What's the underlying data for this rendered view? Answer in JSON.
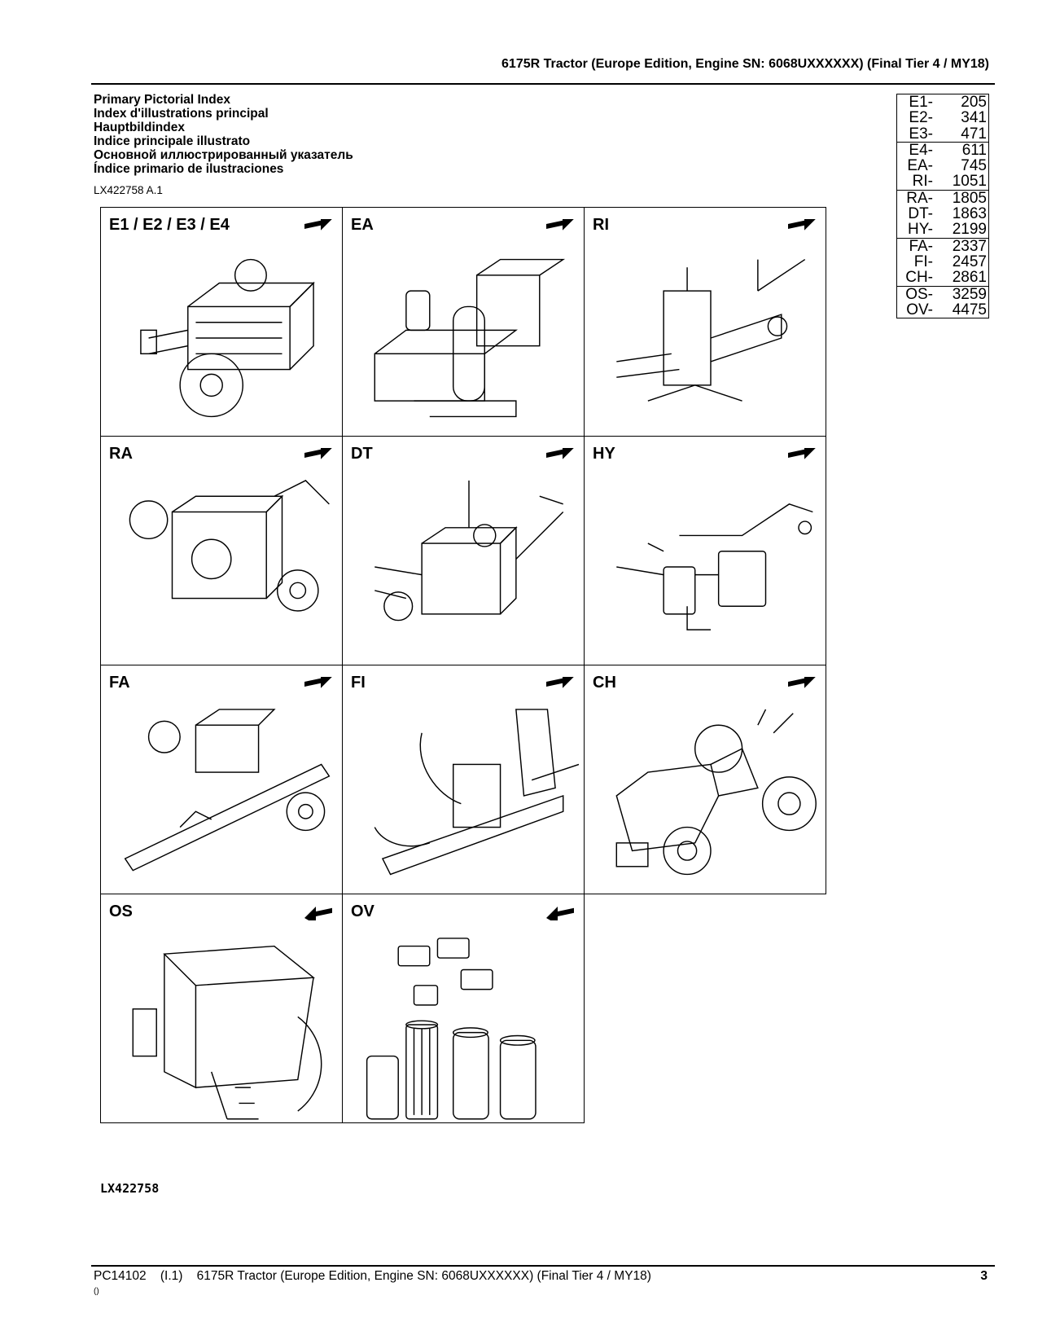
{
  "header": {
    "title": "6175R Tractor (Europe Edition, Engine SN: 6068UXXXXXX) (Final Tier 4 / MY18)"
  },
  "titles": [
    "Primary Pictorial Index",
    "Index d'illustrations principal",
    "Hauptbildindex",
    "Indice principale illustrato",
    "Основной иллюстрированный указатель",
    "Índice primario de ilustraciones"
  ],
  "reference": "LX422758 A.1",
  "index_table": [
    [
      {
        "code": "E1-",
        "page": "205"
      },
      {
        "code": "E2-",
        "page": "341"
      },
      {
        "code": "E3-",
        "page": "471"
      }
    ],
    [
      {
        "code": "E4-",
        "page": "611"
      },
      {
        "code": "EA-",
        "page": "745"
      },
      {
        "code": "RI-",
        "page": "1051"
      }
    ],
    [
      {
        "code": "RA-",
        "page": "1805"
      },
      {
        "code": "DT-",
        "page": "1863"
      },
      {
        "code": "HY-",
        "page": "2199"
      }
    ],
    [
      {
        "code": "FA-",
        "page": "2337"
      },
      {
        "code": "FI-",
        "page": "2457"
      },
      {
        "code": "CH-",
        "page": "2861"
      }
    ],
    [
      {
        "code": "OS-",
        "page": "3259"
      },
      {
        "code": "OV-",
        "page": "4475"
      }
    ]
  ],
  "cells": [
    {
      "label": "E1 / E2 / E3 / E4",
      "illustration": "engine",
      "arrow": "forward-arrow-icon"
    },
    {
      "label": "EA",
      "illustration": "engine-aftertreatment",
      "arrow": "forward-arrow-icon"
    },
    {
      "label": "RI",
      "illustration": "rear-hitch",
      "arrow": "forward-arrow-icon"
    },
    {
      "label": "RA",
      "illustration": "rear-axle",
      "arrow": "forward-arrow-icon"
    },
    {
      "label": "DT",
      "illustration": "drivetrain",
      "arrow": "forward-arrow-icon"
    },
    {
      "label": "HY",
      "illustration": "hydraulics",
      "arrow": "forward-arrow-icon"
    },
    {
      "label": "FA",
      "illustration": "front-axle",
      "arrow": "forward-arrow-icon"
    },
    {
      "label": "FI",
      "illustration": "frame",
      "arrow": "forward-arrow-icon"
    },
    {
      "label": "CH",
      "illustration": "chassis-tractor",
      "arrow": "forward-arrow-icon"
    },
    {
      "label": "OS",
      "illustration": "operator-station",
      "arrow": "back-arrow-icon"
    },
    {
      "label": "OV",
      "illustration": "connectors-filters",
      "arrow": "back-arrow-icon"
    }
  ],
  "figure_id": "LX422758",
  "footer": {
    "doc_code": "PC14102",
    "revision": "(I.1)",
    "title": "6175R Tractor (Europe Edition, Engine SN: 6068UXXXXXX) (Final Tier 4 / MY18)",
    "page": "3",
    "small": "()"
  }
}
